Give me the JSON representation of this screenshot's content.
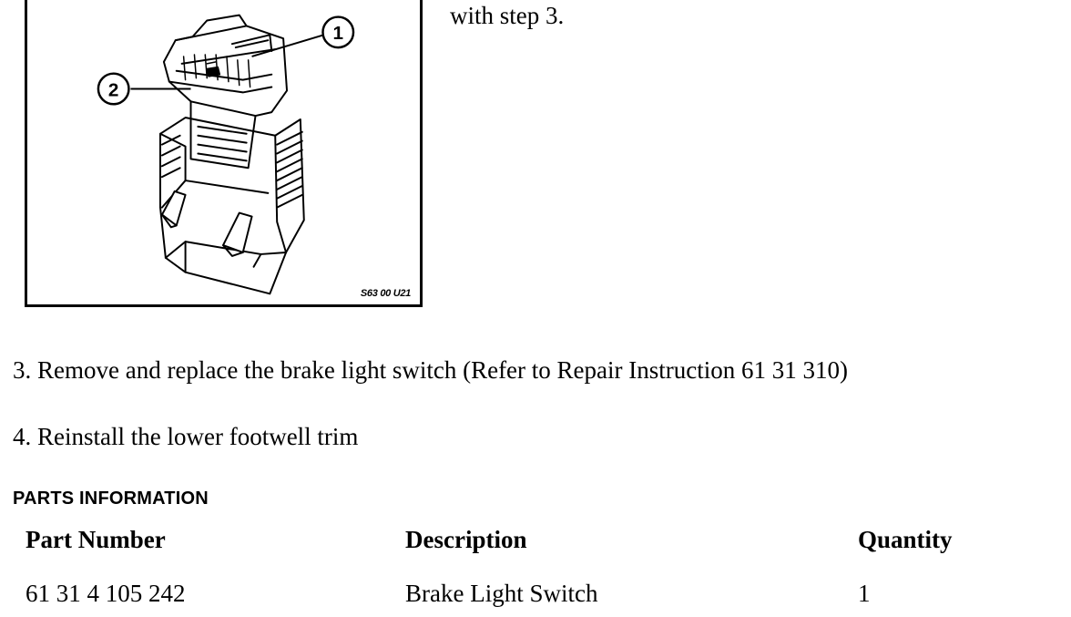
{
  "figure": {
    "callouts": [
      "1",
      "2"
    ],
    "code": "S63 00 U21"
  },
  "continuation_text": "with step 3.",
  "steps": [
    "3. Remove and replace the brake light switch (Refer to Repair Instruction 61 31 310)",
    "4. Reinstall the lower footwell trim"
  ],
  "parts_information": {
    "heading": "PARTS INFORMATION",
    "columns": [
      "Part Number",
      "Description",
      "Quantity"
    ],
    "rows": [
      [
        "61 31 4 105 242",
        "Brake Light Switch",
        "1"
      ]
    ]
  }
}
